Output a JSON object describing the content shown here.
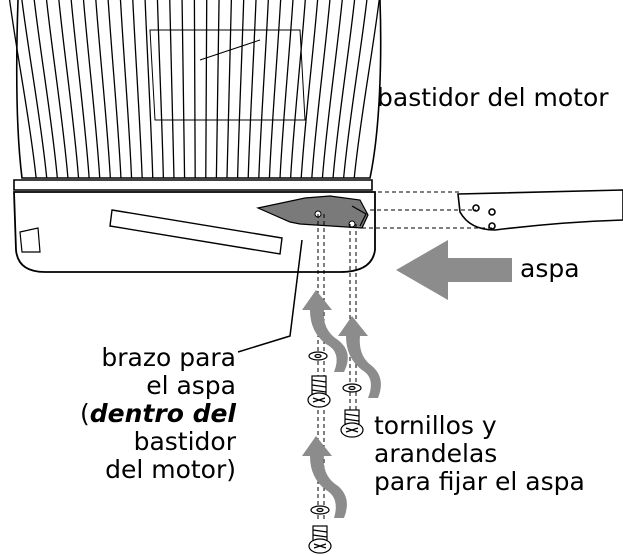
{
  "labels": {
    "motor_housing": "bastidor del motor",
    "blade": "aspa",
    "blade_arm": {
      "line1": "brazo para",
      "line2": "el aspa",
      "line3_paren_open": "(",
      "line3_emph": "dentro del",
      "line4": "bastidor",
      "line5": "del motor)"
    },
    "screws": {
      "line1": "tornillos y",
      "line2": "arandelas",
      "line3": "para fijar el aspa"
    }
  },
  "colors": {
    "line": "#000000",
    "arrow_gray": "#8c8c8c",
    "arm_gray": "#7a7a7a",
    "paper": "#ffffff"
  }
}
